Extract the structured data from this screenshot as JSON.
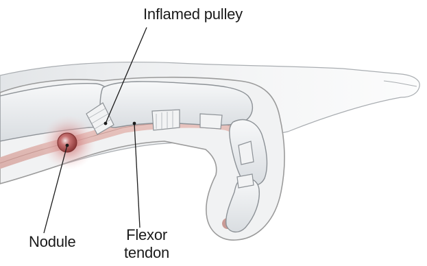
{
  "labels": {
    "inflamed_pulley": "Inflamed pulley",
    "nodule": "Nodule",
    "flexor_line1": "Flexor",
    "flexor_line2": "tendon"
  },
  "colors": {
    "skin_outline": "#9a9a9a",
    "skin_shadow": "#d8dbde",
    "bone_fill": "#eceef0",
    "bone_stroke": "#8c9196",
    "tendon": "#e2b8b3",
    "tendon_dark": "#b98a85",
    "nodule_glow": "#d98f8f",
    "nodule_core": "#a84848",
    "leader_line": "#1a1a1a"
  }
}
